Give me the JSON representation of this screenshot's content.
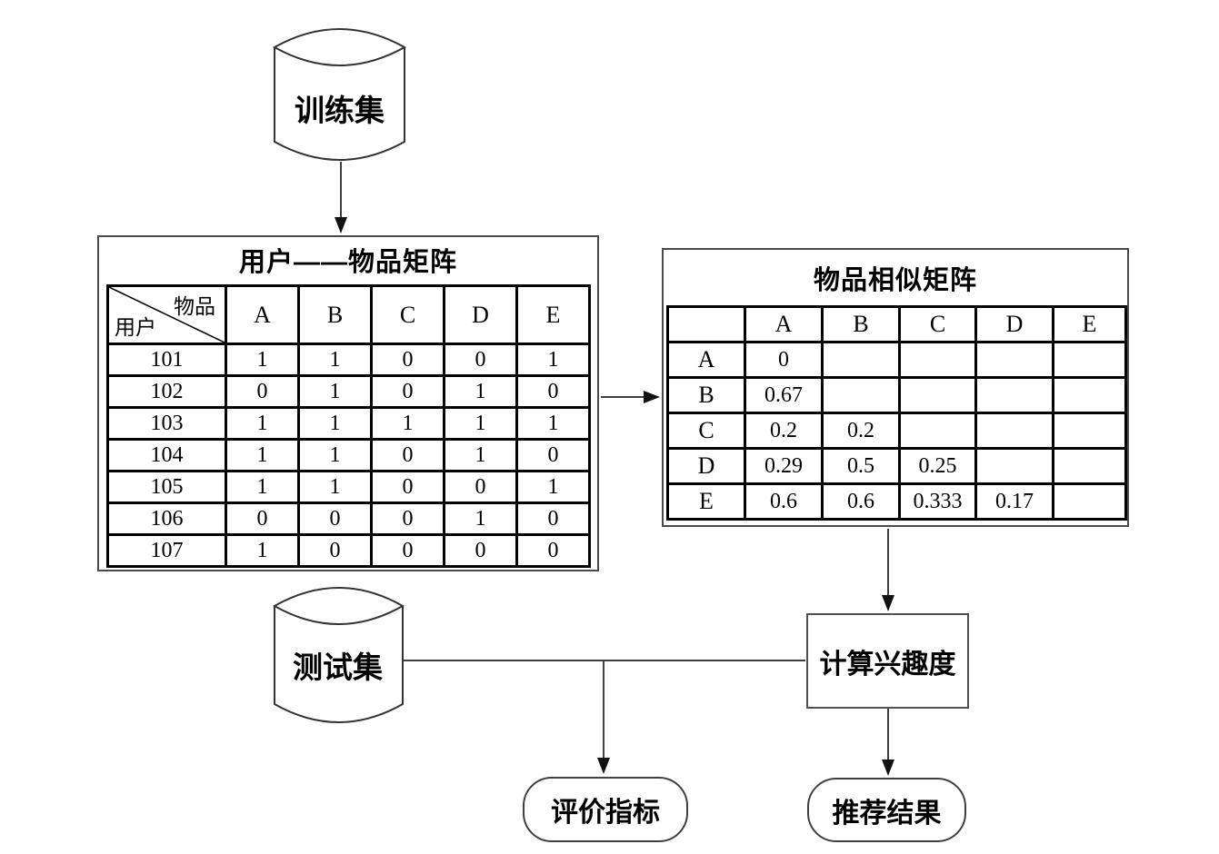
{
  "diagram": {
    "train_set_label": "训练集",
    "test_set_label": "测试集",
    "compute_label": "计算兴趣度",
    "eval_label": "评价指标",
    "result_label": "推荐结果",
    "user_item_matrix": {
      "title": "用户——物品矩阵",
      "corner_top": "物品",
      "corner_bottom": "用户",
      "columns": [
        "A",
        "B",
        "C",
        "D",
        "E"
      ],
      "rows": [
        {
          "label": "101",
          "values": [
            "1",
            "1",
            "0",
            "0",
            "1"
          ]
        },
        {
          "label": "102",
          "values": [
            "0",
            "1",
            "0",
            "1",
            "0"
          ]
        },
        {
          "label": "103",
          "values": [
            "1",
            "1",
            "1",
            "1",
            "1"
          ]
        },
        {
          "label": "104",
          "values": [
            "1",
            "1",
            "0",
            "1",
            "0"
          ]
        },
        {
          "label": "105",
          "values": [
            "1",
            "1",
            "0",
            "0",
            "1"
          ]
        },
        {
          "label": "106",
          "values": [
            "0",
            "0",
            "0",
            "1",
            "0"
          ]
        },
        {
          "label": "107",
          "values": [
            "1",
            "0",
            "0",
            "0",
            "0"
          ]
        }
      ]
    },
    "item_similarity_matrix": {
      "title": "物品相似矩阵",
      "columns": [
        "A",
        "B",
        "C",
        "D",
        "E"
      ],
      "rows": [
        {
          "label": "A",
          "values": [
            "0",
            "",
            "",
            "",
            ""
          ]
        },
        {
          "label": "B",
          "values": [
            "0.67",
            "",
            "",
            "",
            ""
          ]
        },
        {
          "label": "C",
          "values": [
            "0.2",
            "0.2",
            "",
            "",
            ""
          ]
        },
        {
          "label": "D",
          "values": [
            "0.29",
            "0.5",
            "0.25",
            "",
            ""
          ]
        },
        {
          "label": "E",
          "values": [
            "0.6",
            "0.6",
            "0.333",
            "0.17",
            ""
          ]
        }
      ]
    },
    "colors": {
      "line": "#3f3f3f",
      "arrowhead": "#111111",
      "table_border": "#000000",
      "outer_border": "#4a4a4a",
      "background": "#ffffff",
      "text": "#000000"
    }
  }
}
